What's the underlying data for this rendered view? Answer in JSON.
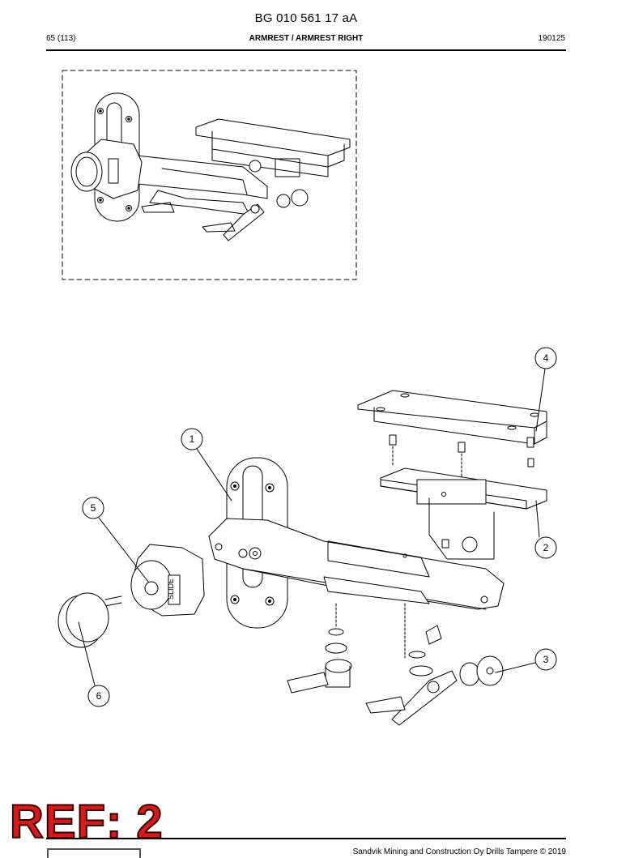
{
  "header": {
    "doc_number": "BG 010 561 17 aA",
    "page": "65 (113)",
    "title": "ARMREST / ARMREST RIGHT",
    "code": "190125"
  },
  "callouts": [
    "1",
    "2",
    "3",
    "4",
    "5",
    "6"
  ],
  "footer": {
    "copyright": "Sandvik Mining and Construction Oy Drills Tampere © 2019",
    "stamp": "REF: 2"
  }
}
